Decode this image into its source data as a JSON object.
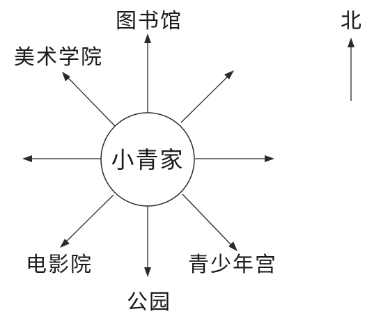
{
  "diagram": {
    "center_label": "小青家",
    "north_label": "北",
    "places": {
      "north": "图书馆",
      "northwest": "美术学院",
      "northeast": "",
      "west": "",
      "east": "",
      "southwest": "电影院",
      "south": "公园",
      "southeast": "青少年宫"
    }
  }
}
